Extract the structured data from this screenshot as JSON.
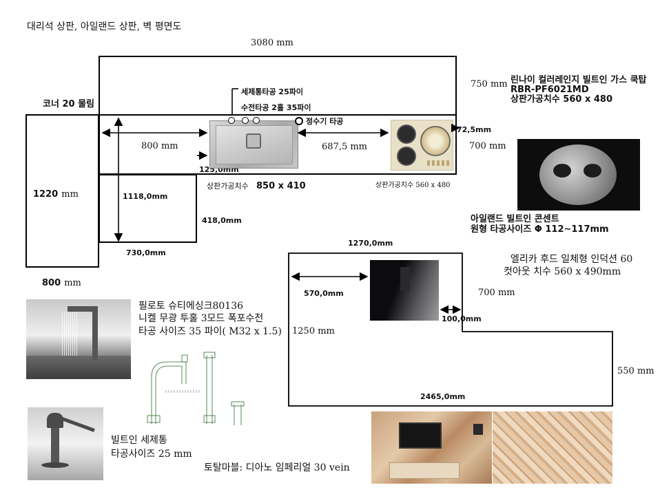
{
  "title": "대리석 상판, 아일랜드 상판, 벽 평면도",
  "counter": {
    "width_label": "3080 mm",
    "height_label": "750 mm",
    "depth_label": "700 mm",
    "corner_label": "코너 20 물림",
    "left_column": {
      "height_label": "1220",
      "height_unit": "mm",
      "width_label": "800",
      "width_unit": "mm"
    },
    "to_sink_label": "800 mm",
    "sink_holes_label_1": "세제통타공 25파이",
    "sink_holes_label_2": "수전타공 2홀 35파이",
    "water_purifier_label": "정수기 타공",
    "sink_gap_label": "125,0mm",
    "sink_cut_label": "상판가공치수",
    "sink_cut_size": "850 x 410",
    "sink_to_cooktop_label": "687,5 mm",
    "cooktop_offset_label": "72,5mm",
    "cooktop_cut_label": "상판가공치수 560 x 480",
    "lower_height_label": "1118,0mm",
    "lower_width_label": "730,0mm",
    "lower_depth_label": "418,0mm"
  },
  "cooktop_info": {
    "name": "린나이 컬러레인지 빌트인 가스 쿡탑",
    "model": "RBR-PF6021MD",
    "cut_size": "상판가공치수 560 x 480"
  },
  "outlet_info": {
    "name": "아일랜드 빌트인 콘센트",
    "cut_size": "원형 타공사이즈 Φ 112~117mm"
  },
  "island": {
    "top_width_label": "1270,0mm",
    "left_offset_label": "570,0mm",
    "right_depth_label": "700 mm",
    "right_gap_label": "100,0mm",
    "height_label": "1250 mm",
    "side_height_label": "550 mm",
    "bottom_width_label": "2465,0mm",
    "hood_label_1": "엘리카 후드 일체형 인덕션 60",
    "hood_label_2": "컷아웃 치수 560 x 490mm"
  },
  "faucet_info": {
    "line1": "필로토 슈티에싱크80136",
    "line2": "니켈 무광 투홀 3모드 폭포수전",
    "line3": "타공 사이즈 35 파이( M32 x 1.5)"
  },
  "soap_info": {
    "line1": "빌트인 세제통",
    "line2": "타공사이즈 25 mm"
  },
  "marble_label": "토탈마블: 디아노 임페리얼 30 vein",
  "colors": {
    "line": "#000000",
    "sink": "#b9b9b9",
    "cooktop": "#e6dcc4",
    "outlet": "#2a2a2a",
    "induction": "#1c1c1e"
  }
}
